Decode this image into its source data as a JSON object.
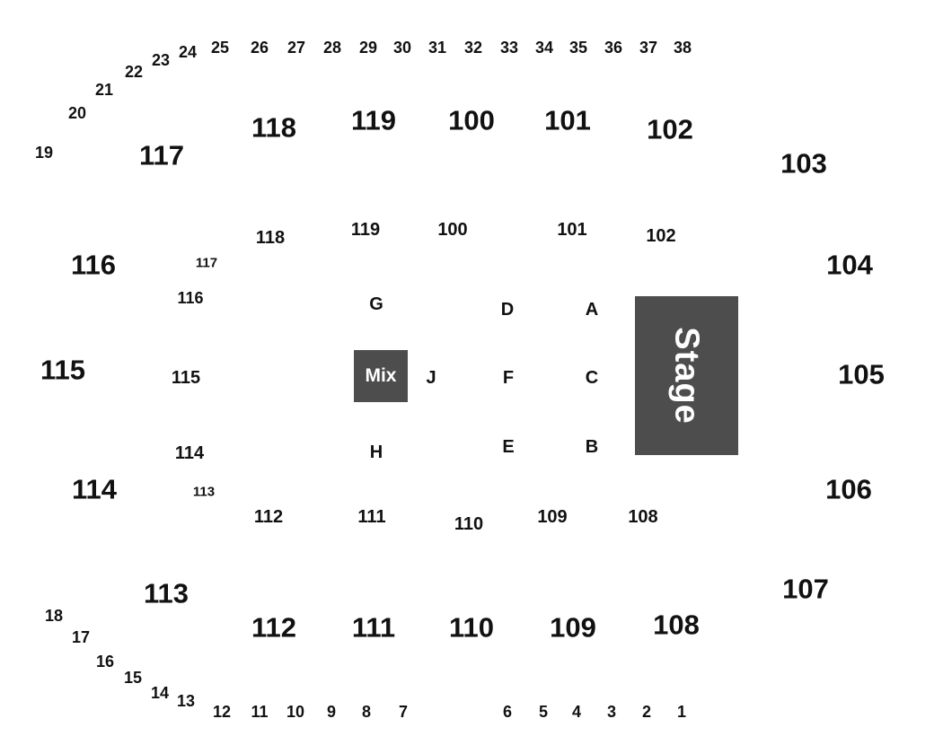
{
  "colors": {
    "text": "#111111",
    "block_fill": "#4d4d4d",
    "block_text": "#ffffff",
    "background": "#ffffff"
  },
  "upper_sections": [
    "117",
    "118",
    "119",
    "100",
    "101",
    "102",
    "103",
    "104",
    "105",
    "106",
    "107",
    "108",
    "109",
    "110",
    "111",
    "112",
    "113",
    "114",
    "115",
    "116"
  ],
  "lower_sections": [
    "118",
    "119",
    "100",
    "101",
    "102",
    "108",
    "109",
    "110",
    "111",
    "112",
    "113",
    "114",
    "115",
    "116",
    "117"
  ],
  "floor_sections": [
    "G",
    "D",
    "A",
    "J",
    "F",
    "C",
    "H",
    "E",
    "B"
  ],
  "rows_top": [
    "19",
    "20",
    "21",
    "22",
    "23",
    "24",
    "25",
    "26",
    "27",
    "28",
    "29",
    "30",
    "31",
    "32",
    "33",
    "34",
    "35",
    "36",
    "37",
    "38"
  ],
  "rows_bottom": [
    "18",
    "17",
    "16",
    "15",
    "14",
    "13",
    "12",
    "11",
    "10",
    "9",
    "8",
    "7",
    "6",
    "5",
    "4",
    "3",
    "2",
    "1"
  ],
  "mix": {
    "label": "Mix"
  },
  "stage": {
    "label": "Stage"
  }
}
